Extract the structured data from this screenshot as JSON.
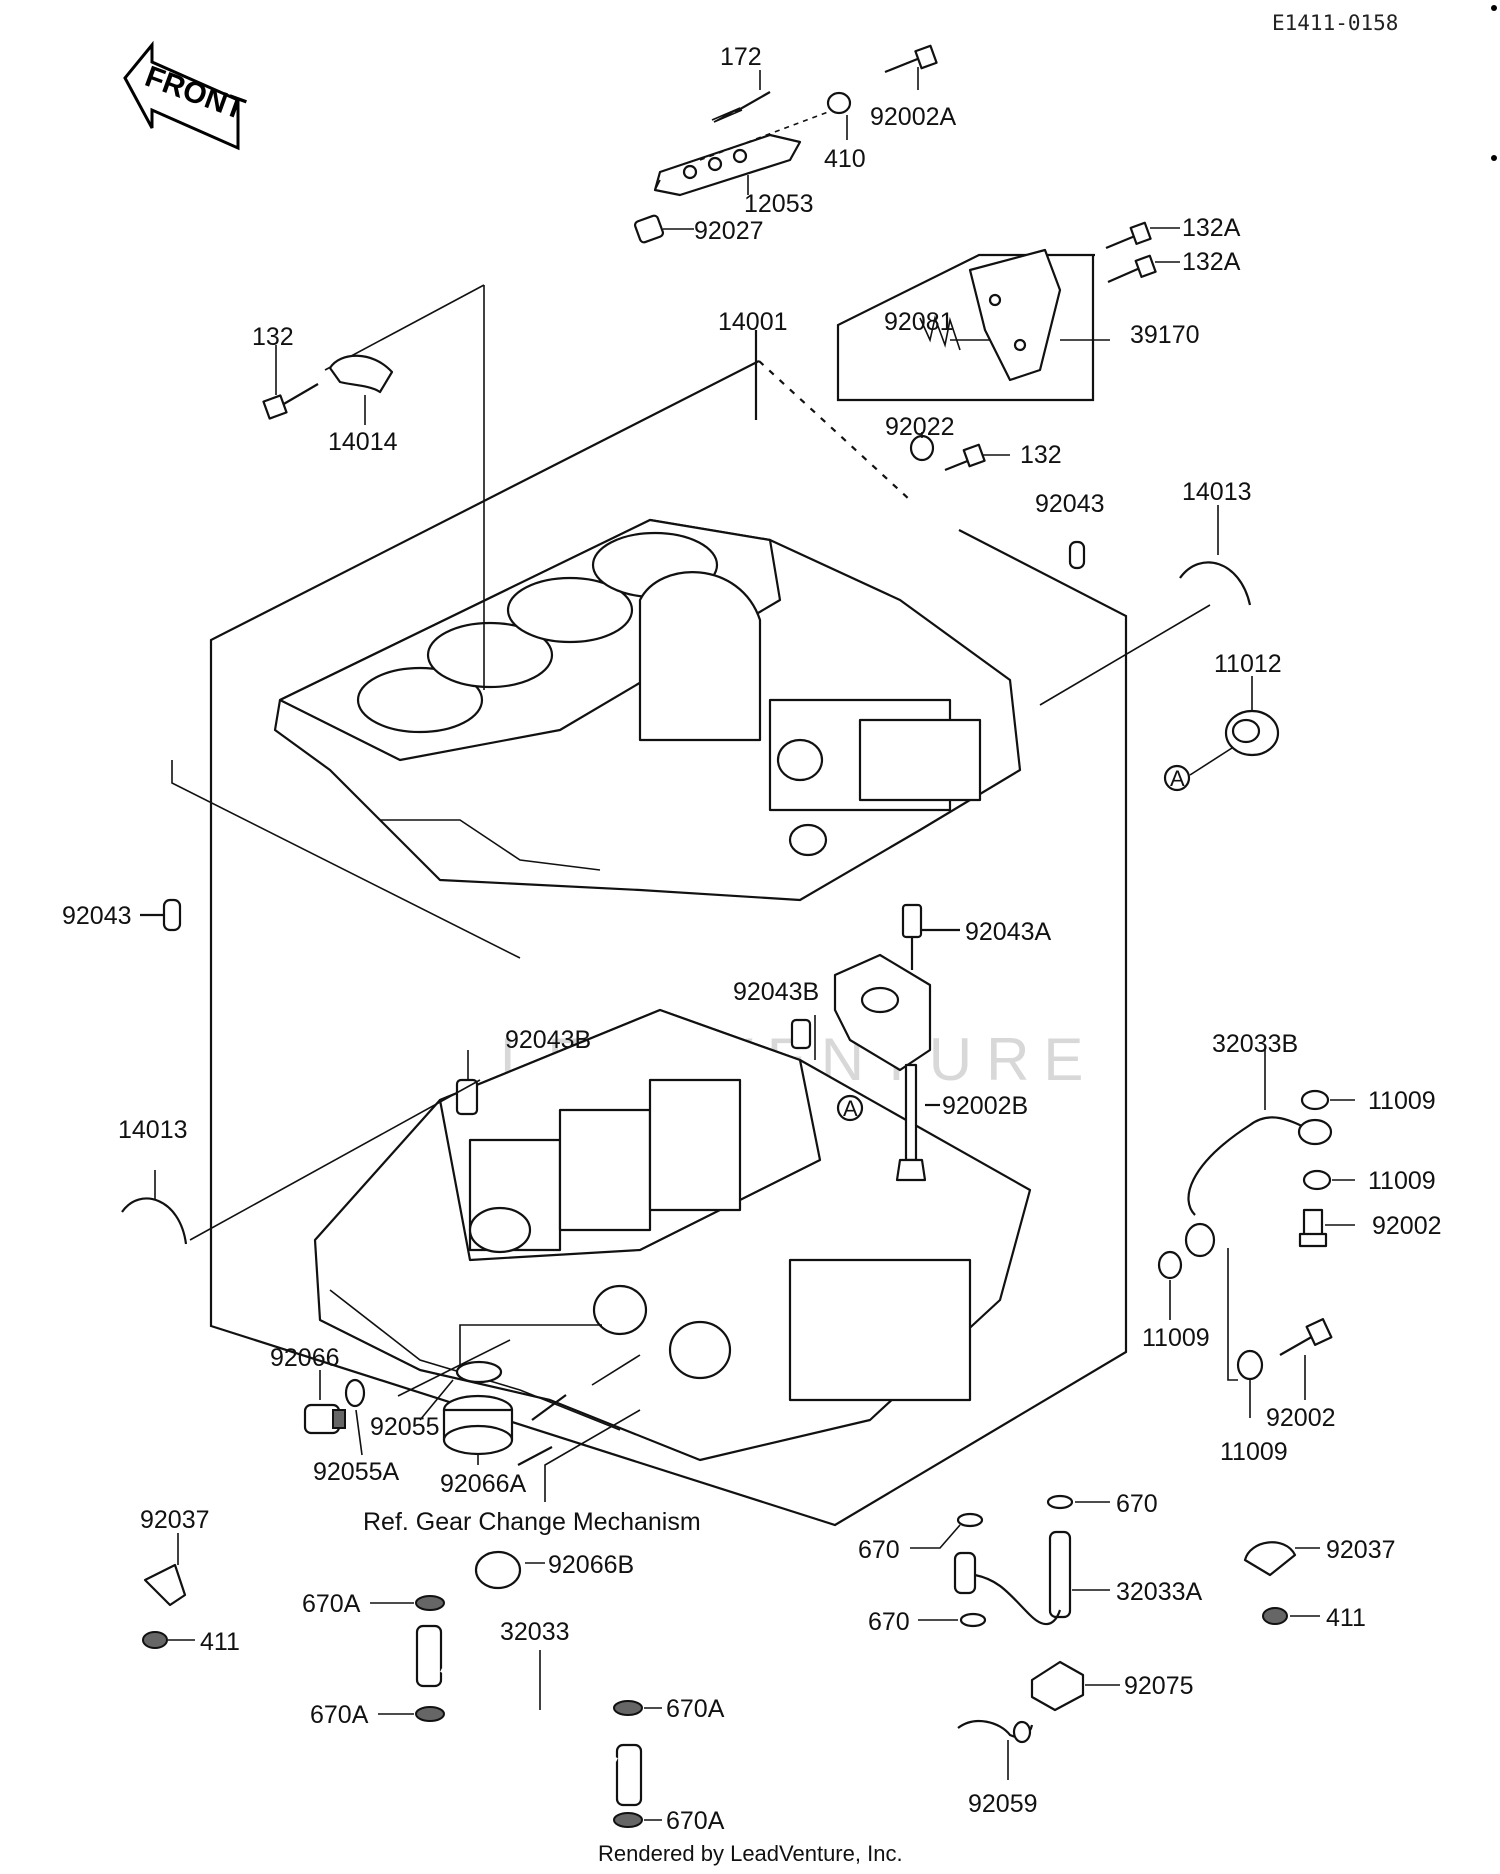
{
  "diagram": {
    "ref_code": "E1411-0158",
    "front_arrow_label": "FRONT",
    "gear_change_note": "Ref. Gear Change Mechanism",
    "footer": "Rendered by LeadVenture, Inc.",
    "watermark": "LEADVENTURE",
    "callouts": {
      "p172": "172",
      "p92002A": "92002A",
      "p410": "410",
      "p12053": "12053",
      "p92027": "92027",
      "p132A_1": "132A",
      "p132A_2": "132A",
      "p92081": "92081",
      "p39170": "39170",
      "p132_top": "132",
      "p14014": "14014",
      "p14001": "14001",
      "p92022": "92022",
      "p132_mid": "132",
      "p92043_top": "92043",
      "p14013_right": "14013",
      "p11012": "11012",
      "pA_right": "A",
      "p92043_left": "92043",
      "p92043A": "92043A",
      "p92043B_1": "92043B",
      "p92043B_2": "92043B",
      "pA_mid": "A",
      "p92002B": "92002B",
      "p32033B": "32033B",
      "p11009_1": "11009",
      "p11009_2": "11009",
      "p92002_1": "92002",
      "p14013_left": "14013",
      "p11009_3": "11009",
      "p92002_2": "92002",
      "p11009_4": "11009",
      "p92066": "92066",
      "p92055": "92055",
      "p92055A": "92055A",
      "p92066A": "92066A",
      "p670_1": "670",
      "p670_2": "670",
      "p92037_left": "92037",
      "p92066B": "92066B",
      "p92037_right": "92037",
      "p670A_1": "670A",
      "p32033": "32033",
      "p32033A": "32033A",
      "p411_left": "411",
      "p670_3": "670",
      "p411_right": "411",
      "p670A_2": "670A",
      "p670A_3": "670A",
      "p92075": "92075",
      "p670A_4": "670A",
      "p92059": "92059"
    }
  }
}
